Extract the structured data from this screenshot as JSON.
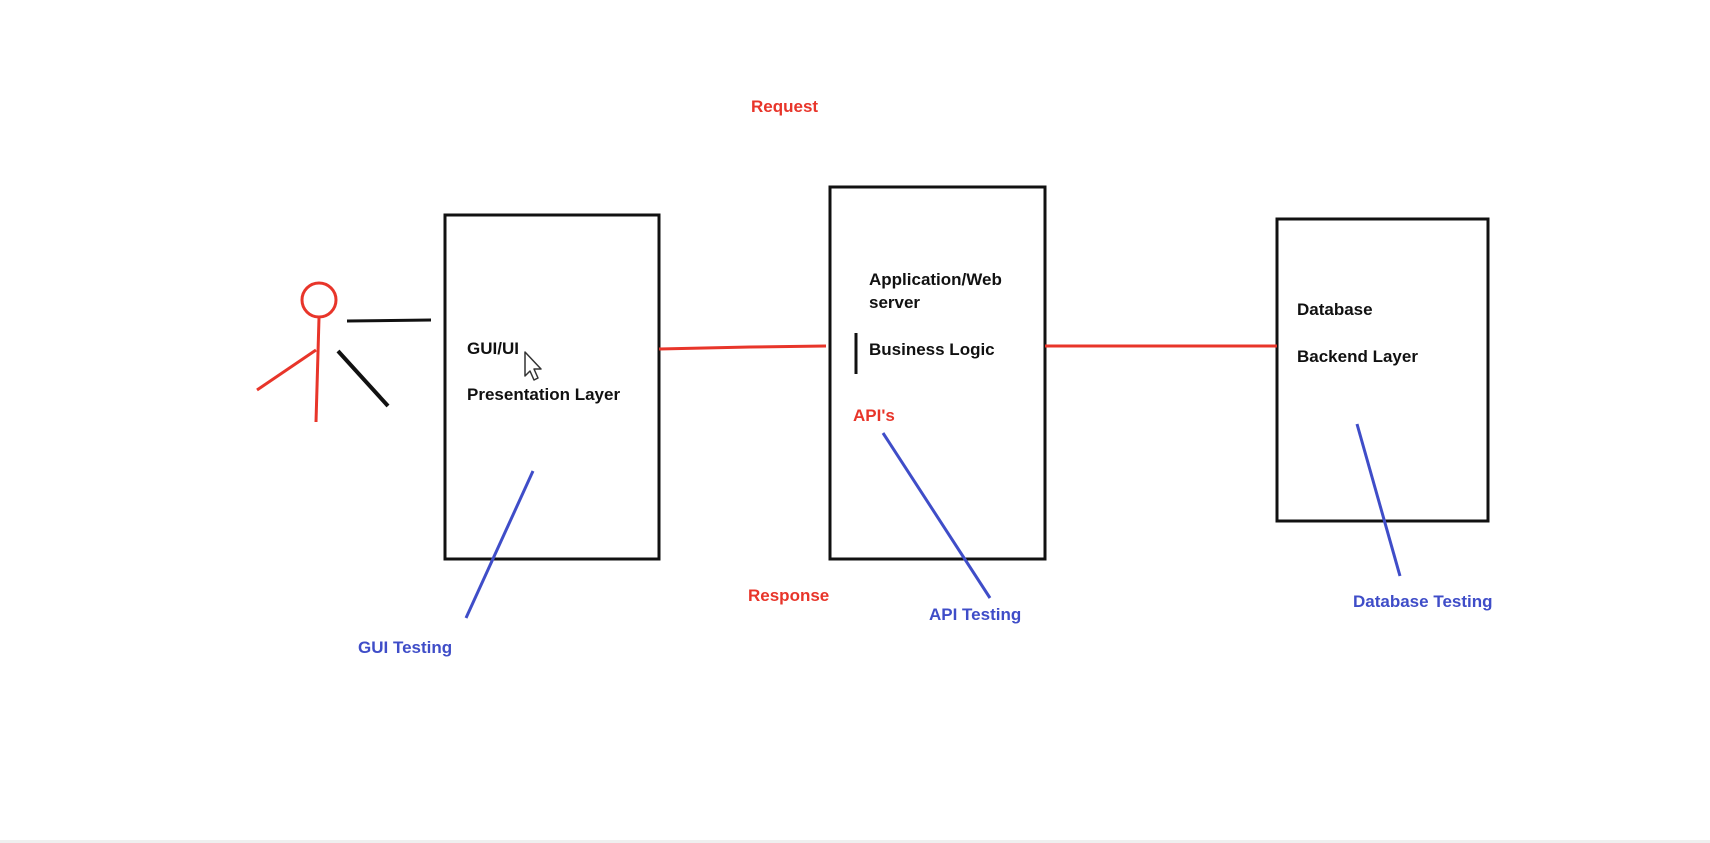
{
  "colors": {
    "outline": "#111111",
    "request_response": "#e8352a",
    "actor": "#e8352a",
    "testing": "#3f4dc8",
    "cursor_fill": "#ffffff",
    "cursor_stroke": "#333333"
  },
  "icons": {
    "actor": "stick-figure-icon",
    "cursor": "mouse-pointer-icon"
  },
  "labels": {
    "request": "Request",
    "response": "Response"
  },
  "presentation_box": {
    "line1": "GUI/UI",
    "line2": "Presentation Layer"
  },
  "application_box": {
    "line1": "Application/Web",
    "line2": "server",
    "line3": "Business Logic",
    "api": "API's"
  },
  "database_box": {
    "line1": "Database",
    "line2": "Backend Layer"
  },
  "testing": {
    "gui": "GUI Testing",
    "api": "API Testing",
    "database": "Database Testing"
  }
}
